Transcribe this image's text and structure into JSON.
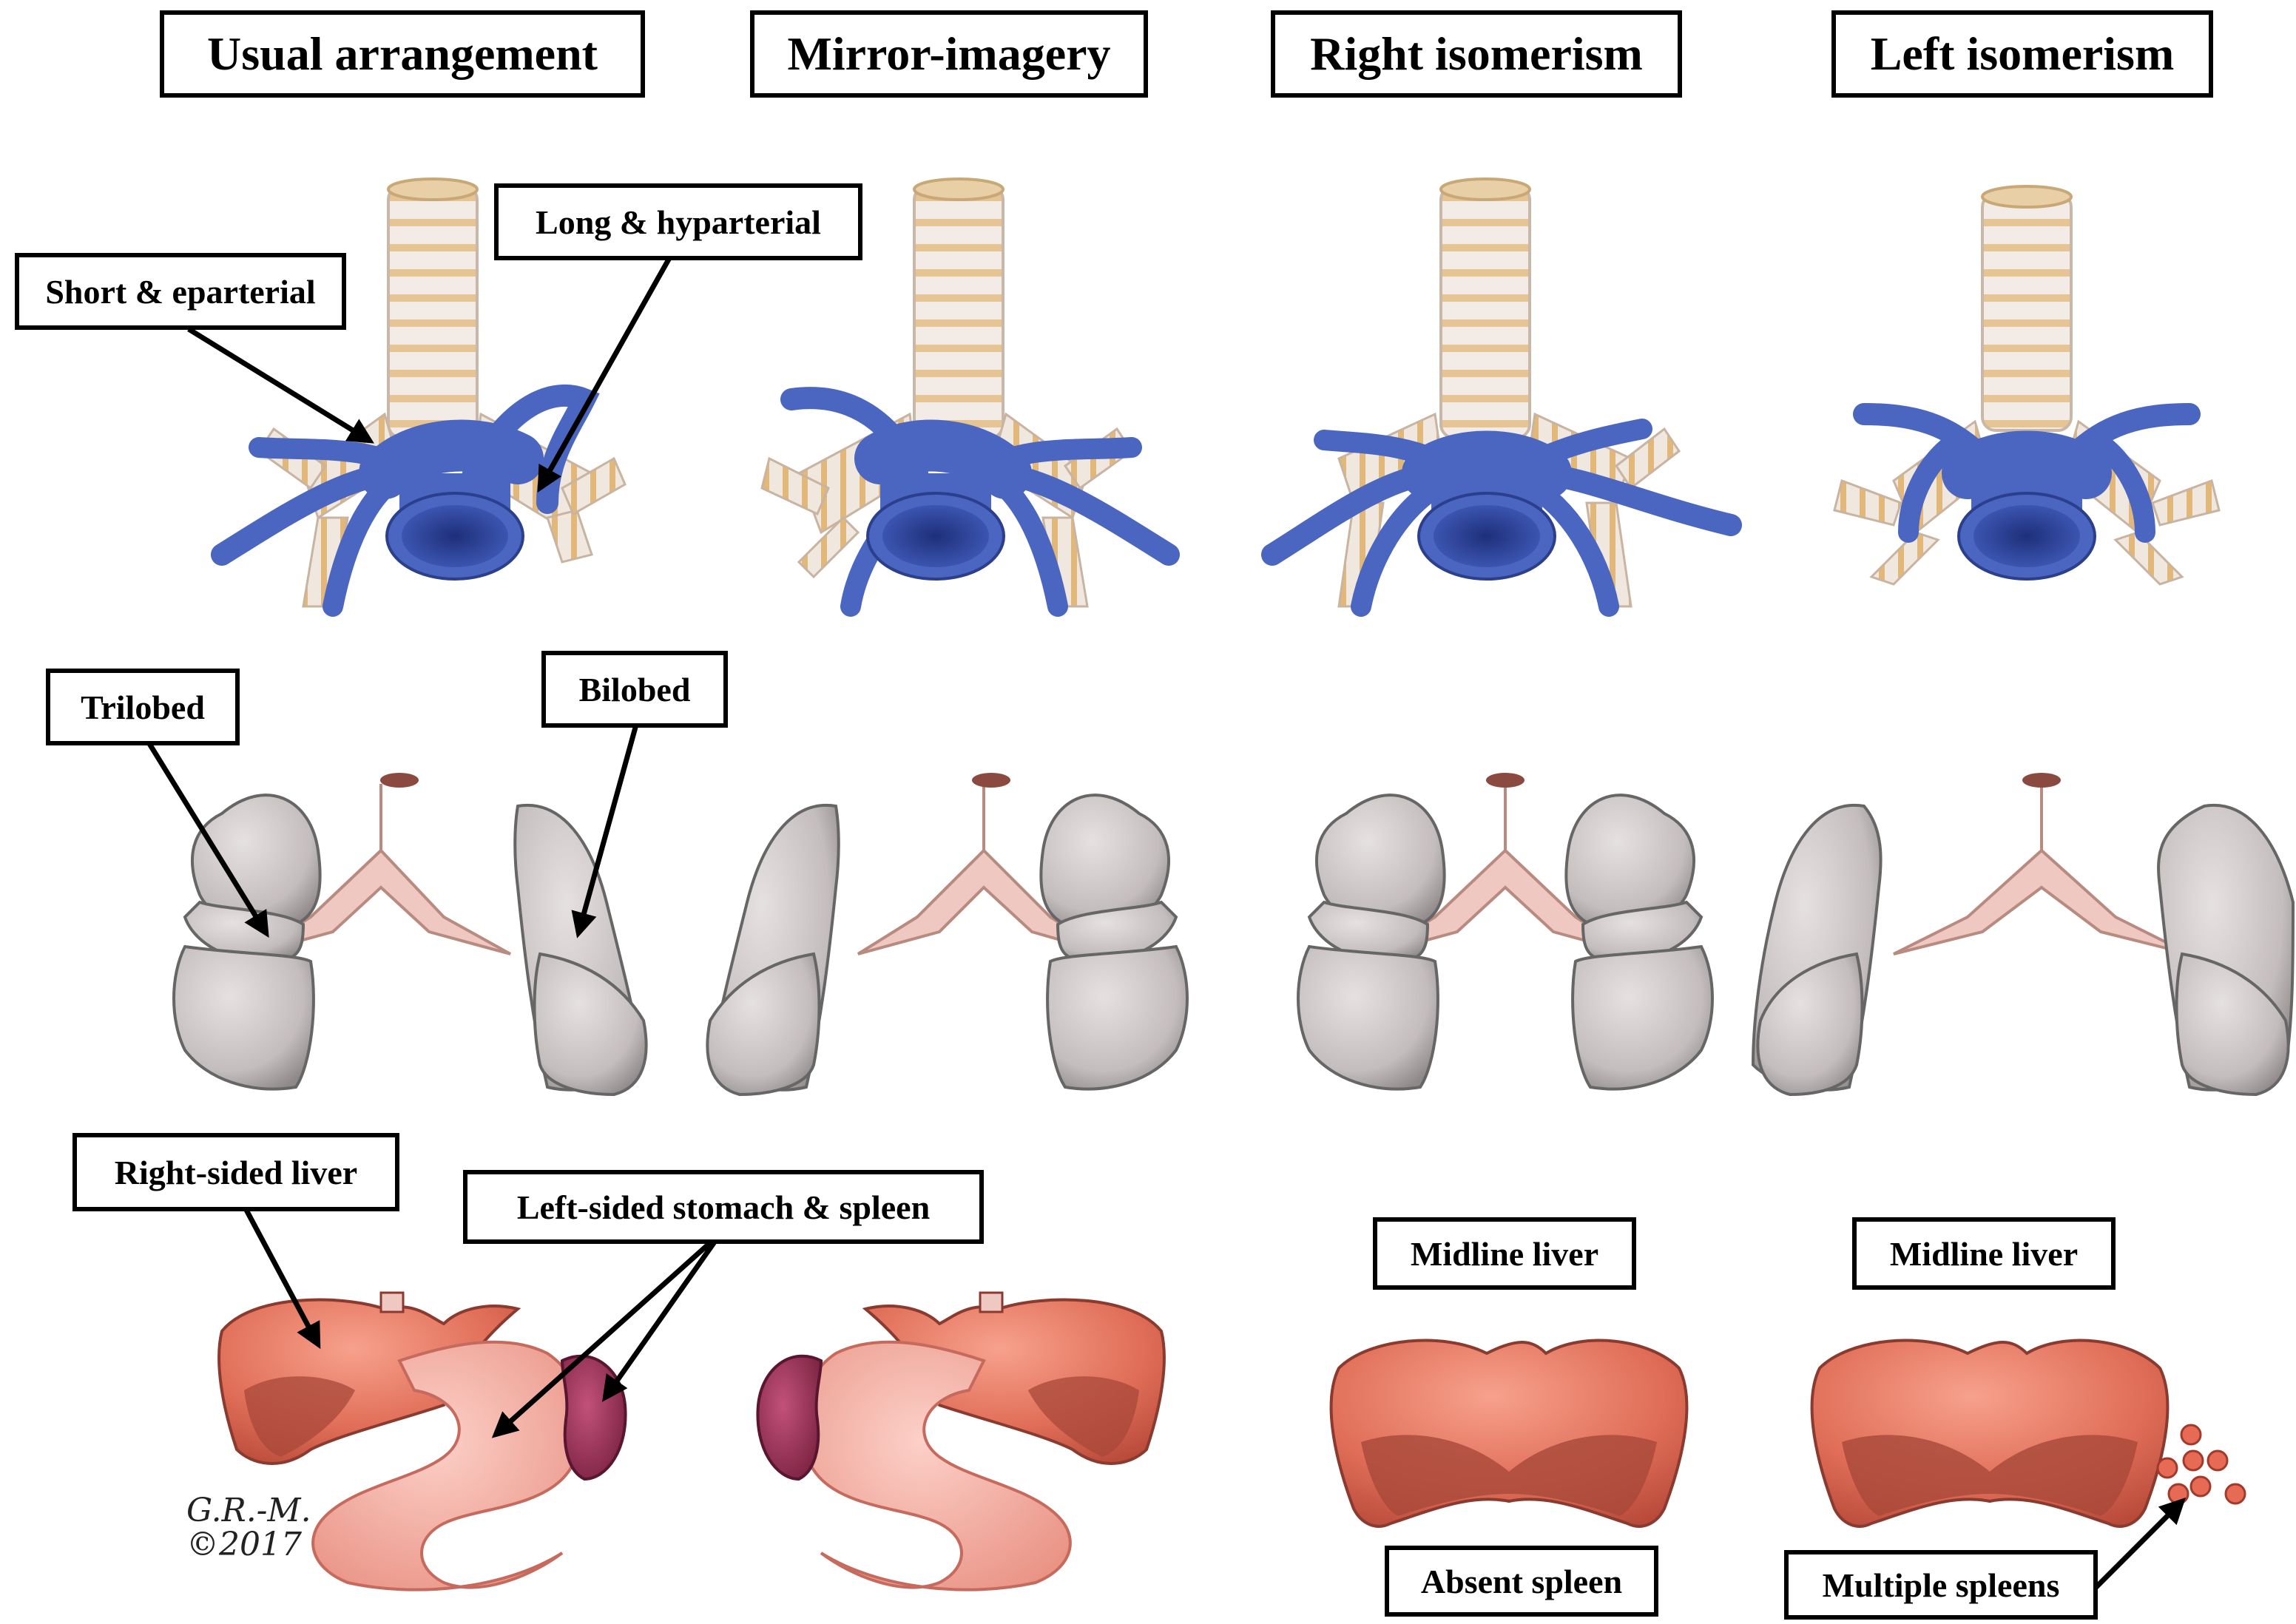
{
  "headers": {
    "usual": "Usual arrangement",
    "mirror": "Mirror-imagery",
    "right_isomerism": "Right isomerism",
    "left_isomerism": "Left isomerism"
  },
  "labels": {
    "short_eparterial": "Short & eparterial",
    "long_hyparterial": "Long & hyparterial",
    "trilobed": "Trilobed",
    "bilobed": "Bilobed",
    "right_sided_liver": "Right-sided liver",
    "left_sided_stomach_spleen": "Left-sided stomach & spleen",
    "midline_liver_right": "Midline liver",
    "midline_liver_left": "Midline liver",
    "absent_spleen": "Absent spleen",
    "multiple_spleens": "Multiple spleens"
  },
  "signature": {
    "initials": "G.R.-M.",
    "year": "©2017"
  },
  "colors": {
    "pulmonary_artery": "#4a66c0",
    "bronchus_ring": "#efe6df",
    "bronchus_band": "#e2b87a",
    "lung": "#c9c3c3",
    "airway": "#efc9c1",
    "liver": "#e07a66",
    "liver_dark": "#a8483a",
    "stomach": "#f2aaa0",
    "spleen": "#98304f"
  }
}
